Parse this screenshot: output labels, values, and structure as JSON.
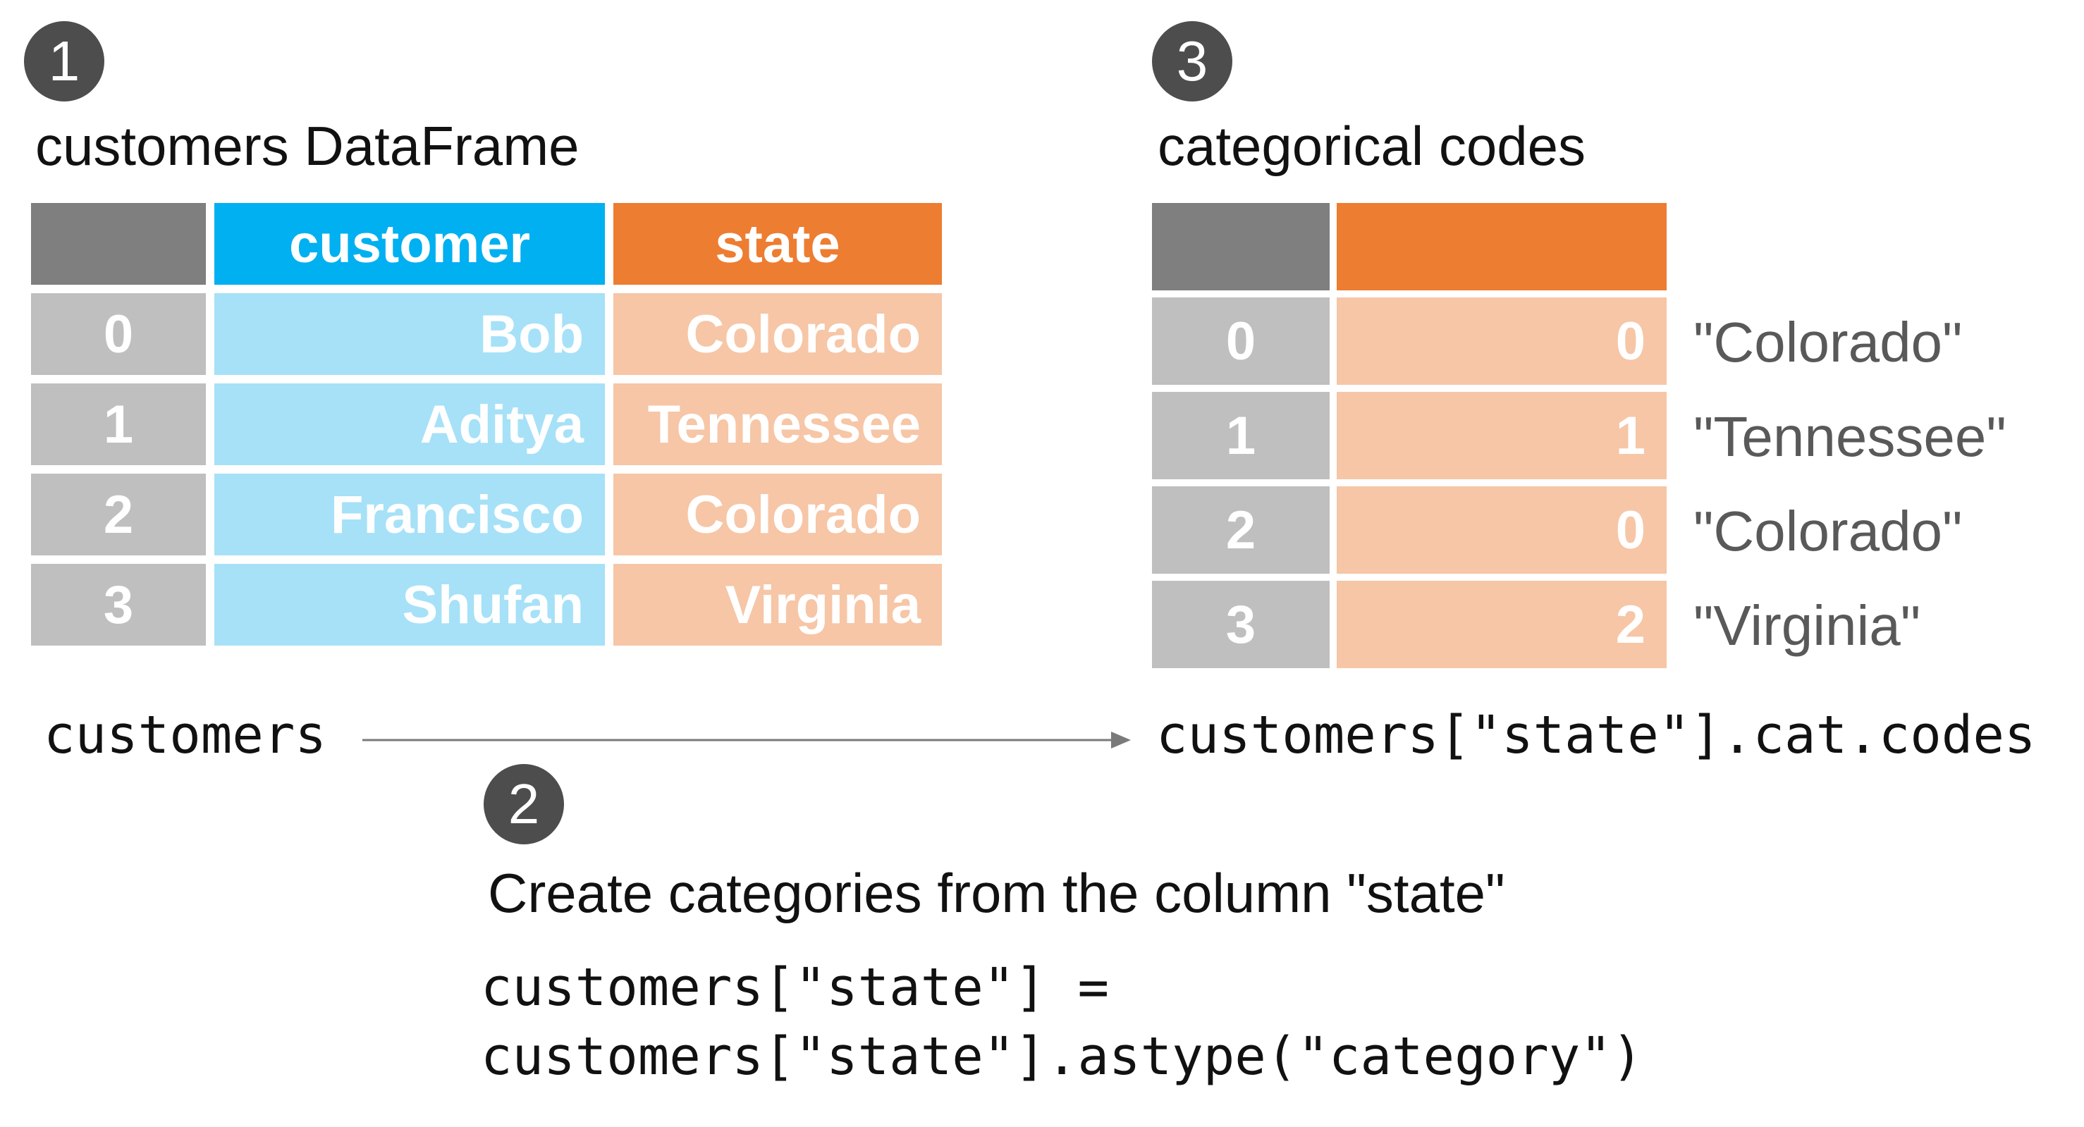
{
  "badges": {
    "step1": "1",
    "step2": "2",
    "step3": "3"
  },
  "left": {
    "title": "customers DataFrame",
    "header": {
      "index": "",
      "customer": "customer",
      "state": "state"
    },
    "rows": [
      {
        "index": "0",
        "customer": "Bob",
        "state": "Colorado"
      },
      {
        "index": "1",
        "customer": "Aditya",
        "state": "Tennessee"
      },
      {
        "index": "2",
        "customer": "Francisco",
        "state": "Colorado"
      },
      {
        "index": "3",
        "customer": "Shufan",
        "state": "Virginia"
      }
    ],
    "code": "customers"
  },
  "right": {
    "title": "categorical codes",
    "header": {
      "index": "",
      "code": ""
    },
    "rows": [
      {
        "index": "0",
        "code": "0",
        "label": "\"Colorado\""
      },
      {
        "index": "1",
        "code": "1",
        "label": "\"Tennessee\""
      },
      {
        "index": "2",
        "code": "0",
        "label": "\"Colorado\""
      },
      {
        "index": "3",
        "code": "2",
        "label": "\"Virginia\""
      }
    ],
    "code": "customers[\"state\"].cat.codes"
  },
  "step2": {
    "description": "Create categories from the column \"state\"",
    "code_line1": "customers[\"state\"] =",
    "code_line2": "customers[\"state\"].astype(\"category\")"
  },
  "colors": {
    "index_header": "#7f7f7f",
    "index_cell": "#bfbfbf",
    "customer_header": "#00b0f0",
    "customer_cell": "#a6e1f8",
    "state_header": "#ed7d31",
    "state_cell": "#f6c6a6",
    "badge": "#4d4d4d"
  }
}
